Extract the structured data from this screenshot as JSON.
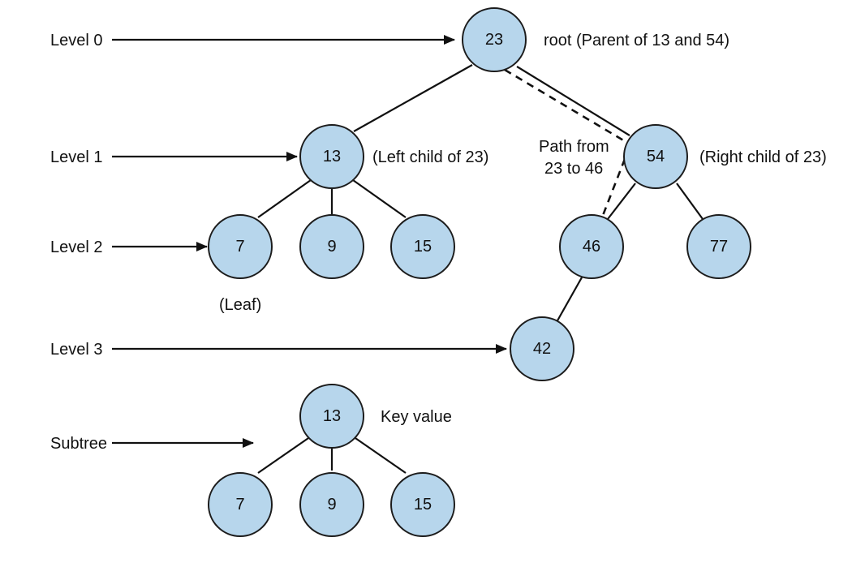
{
  "colors": {
    "node_fill": "#b7d6ec",
    "stroke": "#1c1c1c"
  },
  "levels": [
    "Level 0",
    "Level 1",
    "Level 2",
    "Level 3"
  ],
  "subtree_label": "Subtree",
  "tree": {
    "root": "23",
    "left": "13",
    "right": "54",
    "left_children": [
      "7",
      "9",
      "15"
    ],
    "right_children": [
      "46",
      "77"
    ],
    "grandchild": "42"
  },
  "subtree": {
    "root": "13",
    "children": [
      "7",
      "9",
      "15"
    ]
  },
  "annotations": {
    "root": "root (Parent of 13 and 54)",
    "left_child": "(Left child of 23)",
    "right_child": "(Right child of 23)",
    "path_line1": "Path from",
    "path_line2": "23 to 46",
    "leaf": "(Leaf)",
    "key_value": "Key value"
  }
}
